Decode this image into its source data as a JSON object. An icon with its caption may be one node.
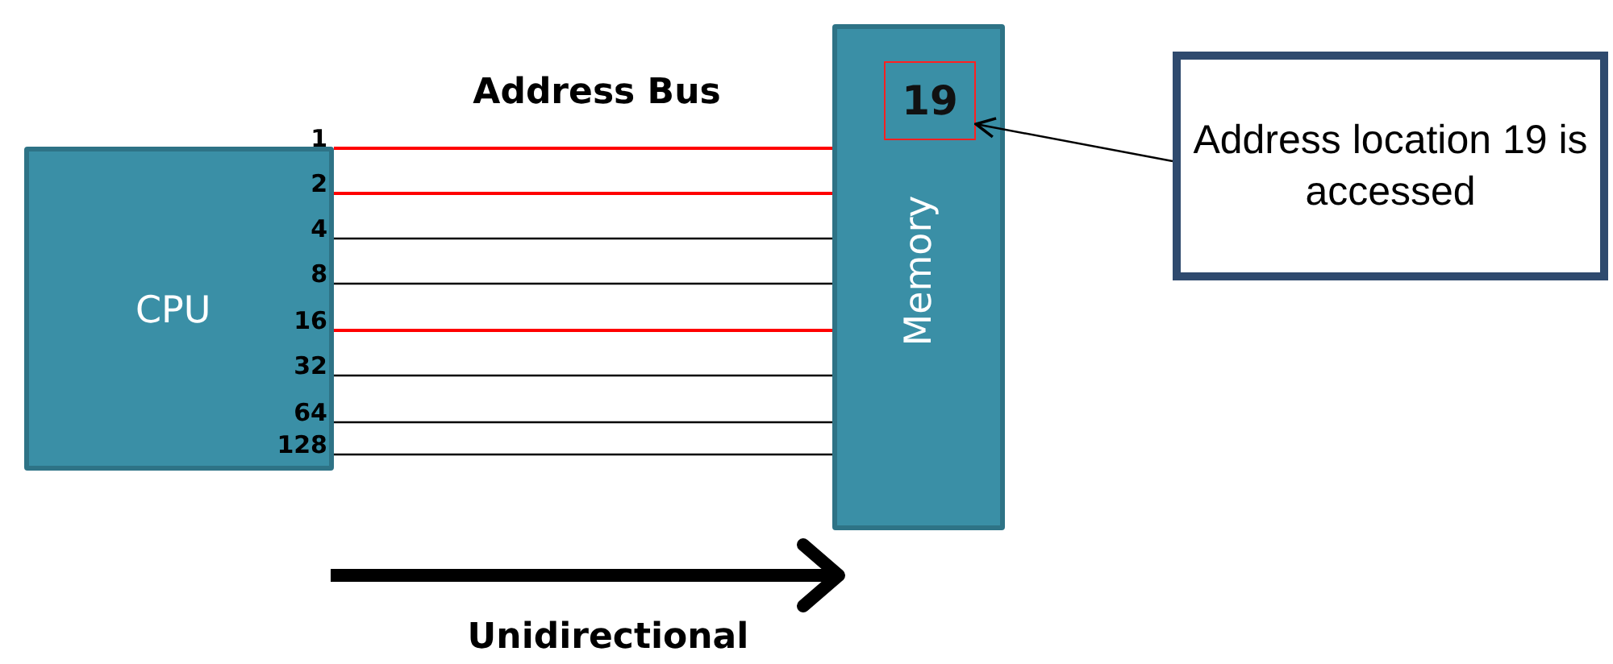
{
  "diagram": {
    "nodes": [
      {
        "text": [
          "CPU"
        ]
      },
      {
        "text": [
          "Memory"
        ]
      },
      {
        "text": [
          "19"
        ],
        "in": 1
      },
      {
        "text": [
          "Address location 19 is accessed"
        ]
      }
    ],
    "edges": [
      {
        "from": 0,
        "to": 1,
        "arrow": "none",
        "label": "1",
        "color": "#ff0000"
      },
      {
        "from": 0,
        "to": 1,
        "arrow": "none",
        "label": "2",
        "color": "#ff0000"
      },
      {
        "from": 0,
        "to": 1,
        "arrow": "none",
        "label": "4"
      },
      {
        "from": 0,
        "to": 1,
        "arrow": "none",
        "label": "8"
      },
      {
        "from": 0,
        "to": 1,
        "arrow": "none",
        "label": "16",
        "color": "#ff0000"
      },
      {
        "from": 0,
        "to": 1,
        "arrow": "none",
        "label": "32"
      },
      {
        "from": 0,
        "to": 1,
        "arrow": "none",
        "label": "64"
      },
      {
        "from": 0,
        "to": 1,
        "arrow": "none",
        "label": "128"
      },
      {
        "from": 3,
        "to": 2,
        "arrow": "to"
      }
    ],
    "labels": [
      "Address Bus",
      "Unidirectional"
    ]
  }
}
